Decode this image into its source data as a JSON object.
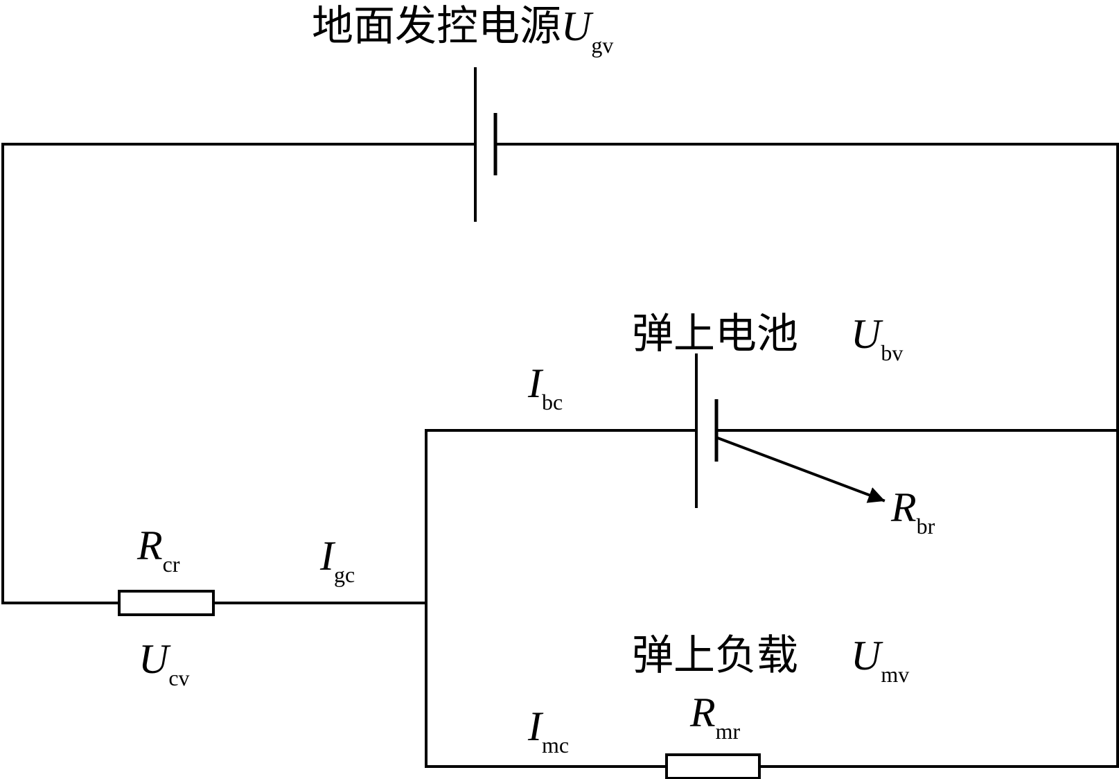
{
  "labels": {
    "ground_source": {
      "text": "地面发控电源",
      "symbol": "U",
      "subscript": "gv"
    },
    "battery": {
      "text": "弹上电池",
      "symbol": "U",
      "subscript": "bv"
    },
    "load": {
      "text": "弹上负载",
      "symbol": "U",
      "subscript": "mv"
    },
    "i_bc": {
      "symbol": "I",
      "subscript": "bc"
    },
    "r_br": {
      "symbol": "R",
      "subscript": "br"
    },
    "r_cr": {
      "symbol": "R",
      "subscript": "cr"
    },
    "i_gc": {
      "symbol": "I",
      "subscript": "gc"
    },
    "u_cv": {
      "symbol": "U",
      "subscript": "cv"
    },
    "i_mc": {
      "symbol": "I",
      "subscript": "mc"
    },
    "r_mr": {
      "symbol": "R",
      "subscript": "mr"
    }
  }
}
